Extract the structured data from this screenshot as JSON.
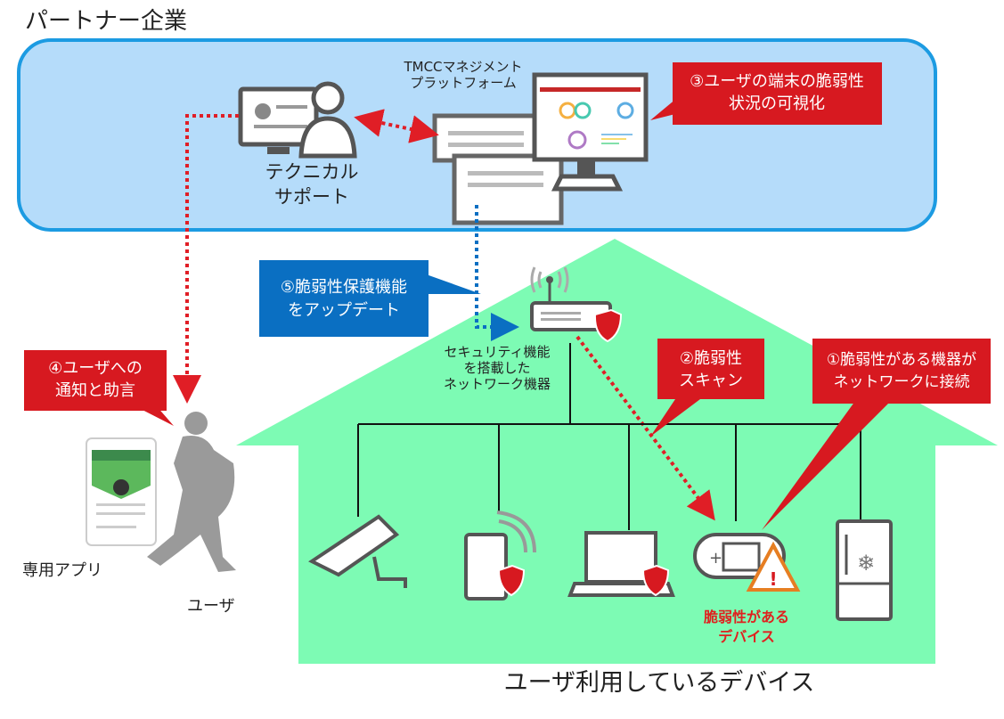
{
  "title": "パートナー企業",
  "partner": {
    "support_label": [
      "テクニカル",
      "サポート"
    ],
    "platform_label": [
      "TMCCマネジメント",
      "プラットフォーム"
    ]
  },
  "callouts": {
    "step3": [
      "③ユーザの端末の脆弱性",
      "状況の可視化"
    ],
    "step5": [
      "⑤脆弱性保護機能",
      "をアップデート"
    ],
    "step4": [
      "④ユーザへの",
      "通知と助言"
    ],
    "step2": [
      "②脆弱性",
      "スキャン"
    ],
    "step1": [
      "①脆弱性がある機器が",
      "ネットワークに接続"
    ]
  },
  "router_label": [
    "セキュリティ機能",
    "を搭載した",
    "ネットワーク機器"
  ],
  "user": {
    "app_label": "専用アプリ",
    "user_label": "ユーザ"
  },
  "vulnerable_label": [
    "脆弱性がある",
    "デバイス"
  ],
  "house_label": "ユーザ利用しているデバイス",
  "colors": {
    "partner_bg": "#b5dcfa",
    "partner_border": "#1c9be2",
    "house": "#7dfbb4",
    "red": "#d71920",
    "blue": "#0a6fc2"
  }
}
